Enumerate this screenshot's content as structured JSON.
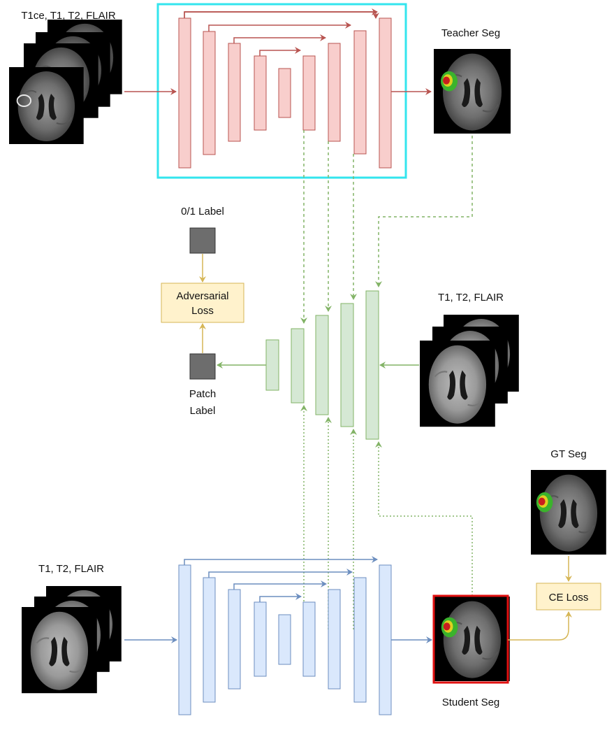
{
  "labels": {
    "teacher_input": "T1ce, T1, T2, FLAIR",
    "teacher_seg": "Teacher Seg",
    "label_01": "0/1 Label",
    "adversarial_loss_line1": "Adversarial",
    "adversarial_loss_line2": "Loss",
    "patch_label_line1": "Patch",
    "patch_label_line2": "Label",
    "disc_input": "T1, T2, FLAIR",
    "gt_seg": "GT Seg",
    "student_input": "T1, T2, FLAIR",
    "ce_loss": "CE Loss",
    "student_seg": "Student Seg"
  },
  "colors": {
    "teacher": "#b85450",
    "teacher_fill": "#f8cecc",
    "teacher_frame": "#33e5ee",
    "discriminator": "#82b366",
    "discriminator_fill": "#d5e8d4",
    "student": "#6c8ebf",
    "student_fill": "#dae8fc",
    "loss": "#d6b656",
    "loss_fill": "#fff2cc",
    "student_seg_frame": "#e01010",
    "label_box": "#6d6d6d"
  }
}
